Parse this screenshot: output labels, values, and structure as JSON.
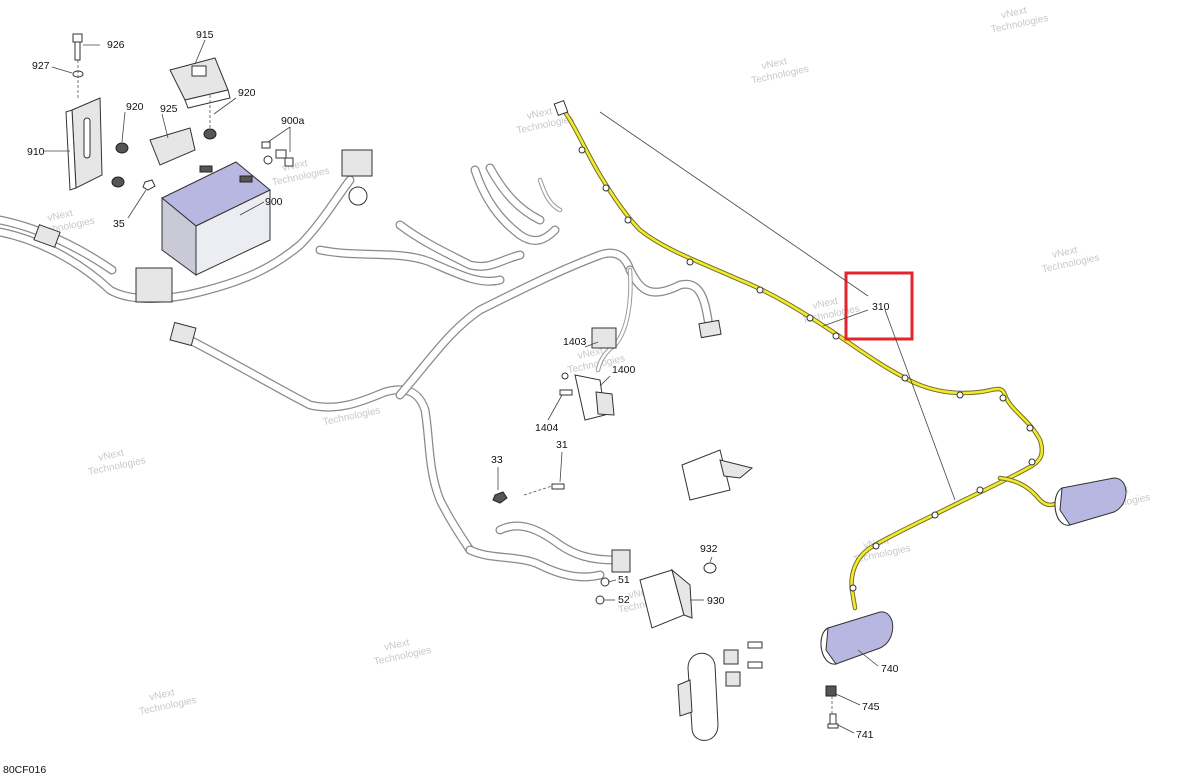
{
  "callouts": {
    "c926": "926",
    "c927": "927",
    "c915": "915",
    "c920a": "920",
    "c920b": "920",
    "c925": "925",
    "c910": "910",
    "c900a": "900a",
    "c900": "900",
    "c35": "35",
    "c310": "310",
    "c1403": "1403",
    "c1400": "1400",
    "c1404": "1404",
    "c33": "33",
    "c31": "31",
    "c932": "932",
    "c930": "930",
    "c51": "51",
    "c52": "52",
    "c740": "740",
    "c745": "745",
    "c741": "741"
  },
  "watermark": {
    "line1": "vNext",
    "line2": "Technologies"
  },
  "figure_code": "80CF016",
  "colors": {
    "highlight_box": "#e3262b",
    "highlighted_harness": "#f2ea2a",
    "part_fill": "#b7b7e2"
  }
}
